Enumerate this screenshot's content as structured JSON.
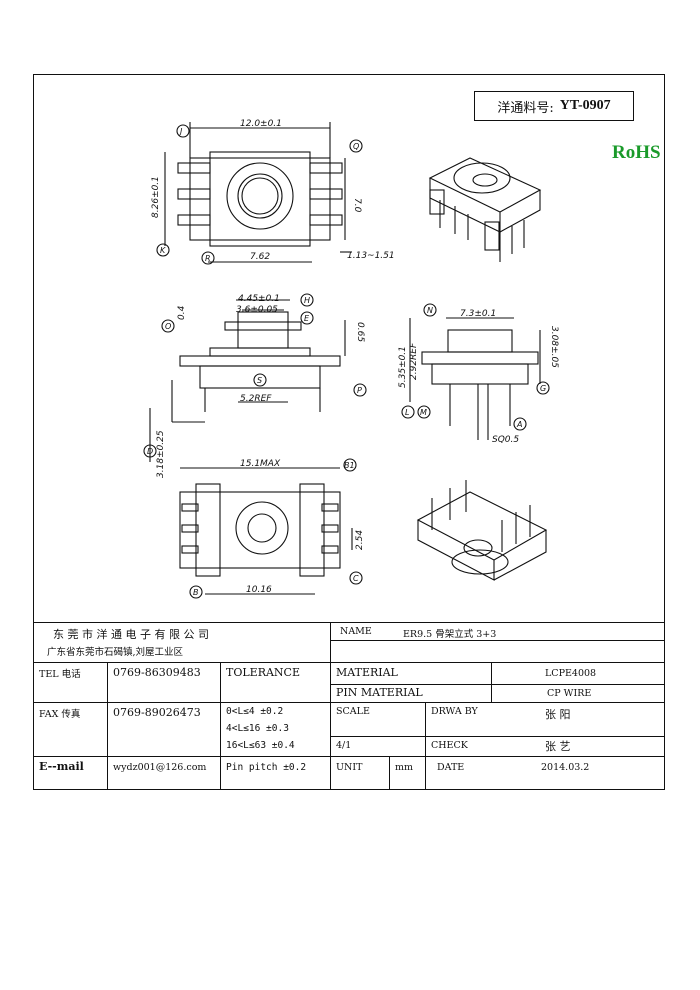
{
  "part_no": {
    "label": "洋通料号:",
    "value": "YT-0907"
  },
  "rohs": "RoHS",
  "drawing": {
    "dims": {
      "top_width": "12.0±0.1",
      "top_height": "8.26±0.1",
      "top_inner": "7.0",
      "top_pitch": "7.62",
      "top_pin": "1.13~1.51",
      "side_a": "4.45±0.1",
      "side_b": "3.6±0.05",
      "side_flange": "0.4",
      "side_h": "0.65",
      "side_ref": "5.2REF",
      "side_d": "3.18±0.25",
      "end_w": "7.3±0.1",
      "end_h1": "5.35±0.1",
      "end_h2": "2.92REF",
      "end_h3": "3.08±.05",
      "end_sq": "SQ0.5",
      "bot_w": "15.1MAX",
      "bot_pitch": "2.54",
      "bot_len": "10.16"
    },
    "labels": [
      "J",
      "Q",
      "K",
      "R",
      "O",
      "H",
      "E",
      "S",
      "P",
      "N",
      "L",
      "M",
      "A",
      "G",
      "D",
      "B1",
      "C",
      "B"
    ]
  },
  "company": {
    "name": "东 莞 市 洋 通 电 子 有 限 公 司",
    "address": "广东省东莞市石碣镇,刘屋工业区"
  },
  "info": {
    "name_label": "NAME",
    "name_value": "ER9.5 骨架立式 3+3",
    "tel_label": "TEL 电话",
    "tel_value": "0769-86309483",
    "tolerance_label": "TOLERANCE",
    "material_label": "MATERIAL",
    "material_value": "LCPE4008",
    "pin_material_label": "PIN MATERIAL",
    "pin_material_value": "CP WIRE",
    "fax_label": "FAX 传真",
    "fax_value": "0769-89026473",
    "tol_1": "0<L≤4   ±0.2",
    "tol_2": "4<L≤16  ±0.3",
    "tol_3": "16<L≤63  ±0.4",
    "tol_pin": "Pin pitch  ±0.2",
    "scale_label": "SCALE",
    "scale_value": "4/1",
    "drawby_label": "DRWA BY",
    "drawby_value": "张 阳",
    "check_label": "CHECK",
    "check_value": "张 艺",
    "email_label": "E--mail",
    "email_value": "wydz001@126.com",
    "unit_label": "UNIT",
    "unit_value": "mm",
    "date_label": "DATE",
    "date_value": "2014.03.2"
  }
}
